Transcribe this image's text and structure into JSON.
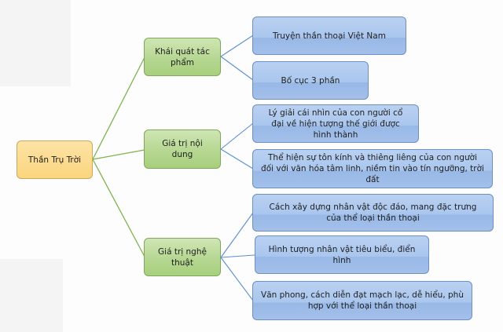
{
  "diagram": {
    "type": "mind-map",
    "root": {
      "label": "Thần Trụ Trời",
      "color": "#fbd57f"
    },
    "branches": [
      {
        "label": "Khái quát tác phẩm",
        "color": "#b6d792",
        "children": [
          {
            "label": "Truyện thần thoại Việt Nam"
          },
          {
            "label": "Bố cục 3 phần"
          }
        ]
      },
      {
        "label": "Giá trị nội dung",
        "color": "#b6d792",
        "children": [
          {
            "label": "Lý giải cái nhìn của con người cổ đại về hiện tượng thế giới được hình thành"
          },
          {
            "label": "Thể hiện sự tôn kính và thiêng liêng của con người đối với văn hóa tâm linh, niềm tin vào tín ngưỡng, trời đất"
          }
        ]
      },
      {
        "label": "Giá trị nghệ thuật",
        "color": "#b6d792",
        "children": [
          {
            "label": "Cách xây dựng nhân vật độc đáo, mang đặc trưng của thể loại thần thoại"
          },
          {
            "label": "Hình tượng nhân vật tiêu biểu, điển hình"
          },
          {
            "label": "Văn phong, cách diễn đạt mạch lạc, dễ hiểu, phù hợp với thể loại thần thoại"
          }
        ]
      }
    ],
    "colors": {
      "root_to_branch_line": "#7fb24f",
      "branch_to_leaf_line": "#5b8fd0",
      "leaf_fill": "#aac6ee"
    }
  }
}
